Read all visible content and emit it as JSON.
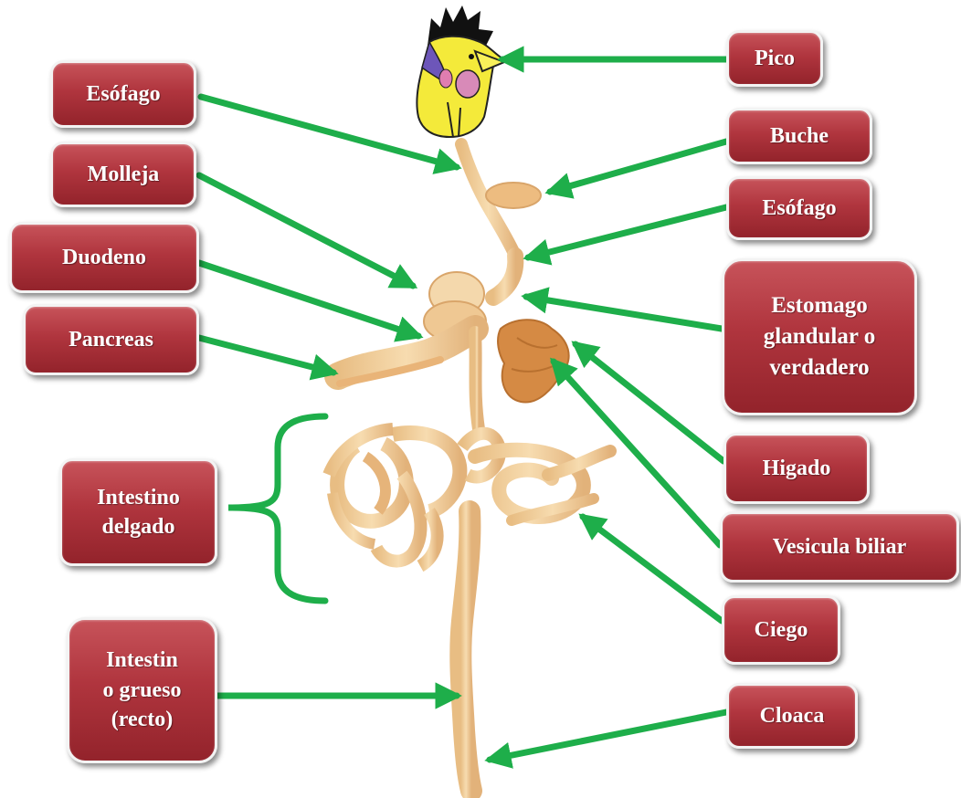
{
  "labels": {
    "pico": "Pico",
    "buche": "Buche",
    "esofago_right": "Esófago",
    "estomago": "Estomago\nglandular o\nverdadero",
    "higado": "Higado",
    "vesicula": "Vesicula biliar",
    "ciego": "Ciego",
    "cloaca": "Cloaca",
    "esofago_left": "Esófago",
    "molleja": "Molleja",
    "duodeno": "Duodeno",
    "pancreas": "Pancreas",
    "intestino_delgado": "Intestino\ndelgado",
    "intestino_grueso": "Intestin\no grueso\n(recto)"
  },
  "colors": {
    "arrow": "#1eae4a",
    "label_fill": "#b0353e",
    "tissue": "#f2cd98",
    "tissue_dark": "#d9a56a",
    "organ_liver": "#d58a44",
    "head": "#f4ea3a"
  }
}
